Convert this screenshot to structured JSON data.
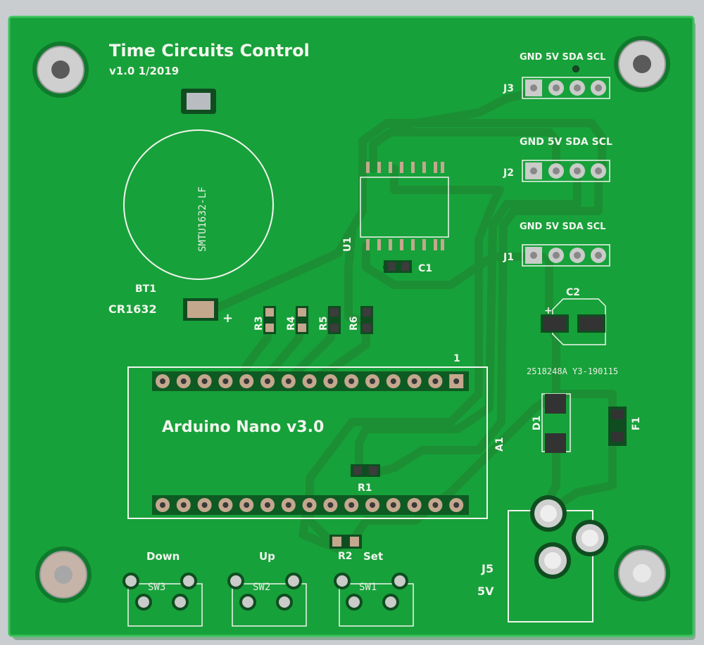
{
  "board": {
    "title": "Time Circuits Control",
    "version": "v1.0 1/2019",
    "colors": {
      "solder_mask": "#17a13a",
      "trace": "#1c8f34",
      "silkscreen": "#f2f5ee",
      "pad": "#c6b59a",
      "background": "#c9cdd0"
    }
  },
  "battery": {
    "label": "SMTU1632-LF",
    "ref": "BT1",
    "type": "CR1632",
    "plus": "+"
  },
  "connectors": [
    {
      "ref": "J3",
      "pins": "GND 5V SDA SCL"
    },
    {
      "ref": "J2",
      "pins": "GND 5V SDA SCL"
    },
    {
      "ref": "J1",
      "pins": "GND 5V SDA SCL"
    }
  ],
  "components": {
    "u1": "U1",
    "c1": "C1",
    "c2": "C2",
    "c2_plus": "+",
    "r3": "R3",
    "r4": "R4",
    "r5": "R5",
    "r6": "R6",
    "r1": "R1",
    "r2": "R2",
    "d1": "D1",
    "f1": "F1",
    "a1": "A1",
    "pin1": "1",
    "lot": "2518248A  Y3-190115"
  },
  "arduino": {
    "label": "Arduino Nano v3.0"
  },
  "switches": [
    {
      "ref": "SW3",
      "label": "Down"
    },
    {
      "ref": "SW2",
      "label": "Up"
    },
    {
      "ref": "SW1",
      "label": "Set"
    }
  ],
  "power_jack": {
    "ref": "J5",
    "label": "5V"
  }
}
